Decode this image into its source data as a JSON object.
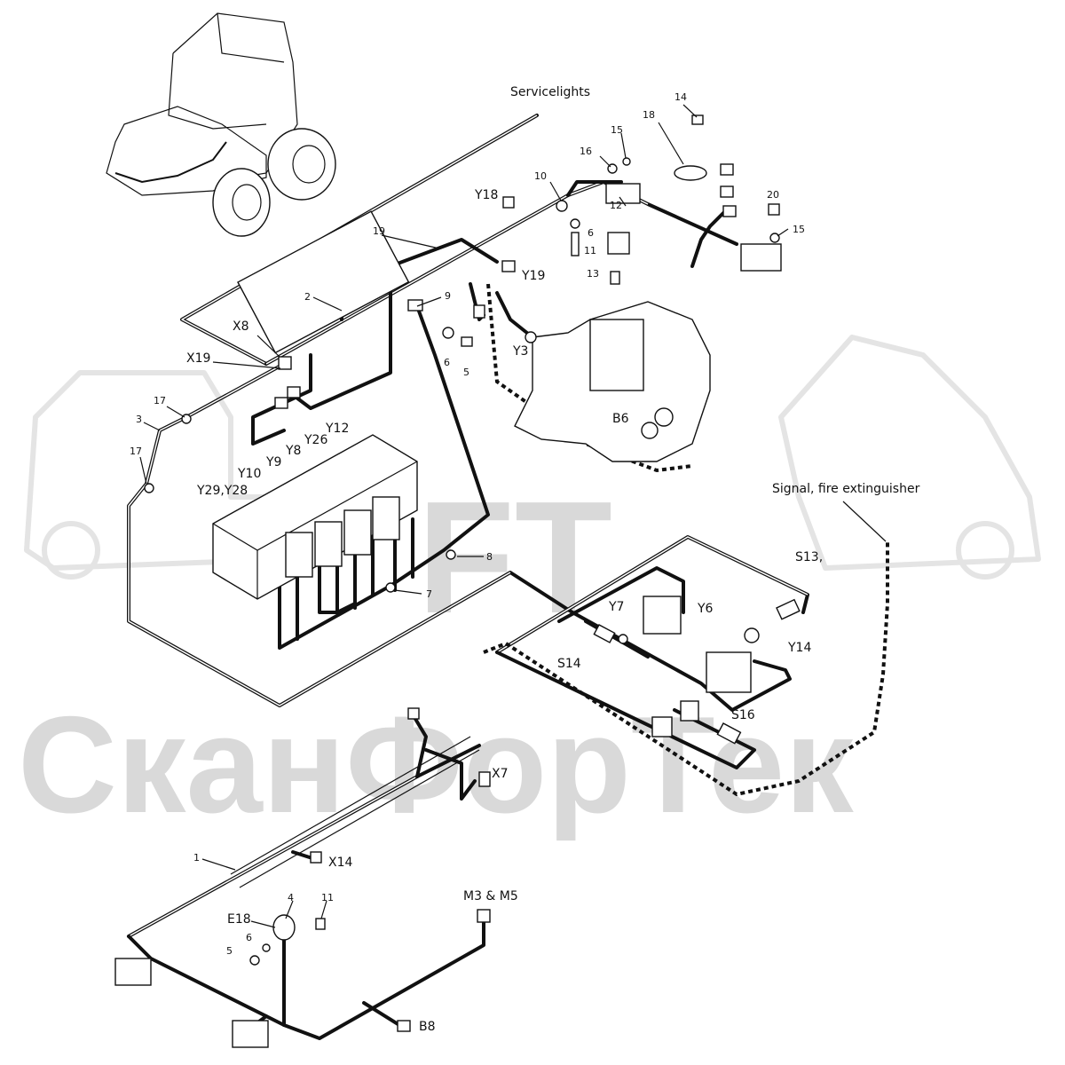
{
  "watermark": {
    "logo_text": "FT",
    "company_text": "СканФорТек"
  },
  "labels": {
    "servicelights": "Servicelights",
    "signal_fire": "Signal, fire extinguisher",
    "x8": "X8",
    "x19": "X19",
    "x7": "X7",
    "x14": "X14",
    "y18": "Y18",
    "y19": "Y19",
    "y3": "Y3",
    "y12": "Y12",
    "y26": "Y26",
    "y8": "Y8",
    "y9": "Y9",
    "y10": "Y10",
    "y29_y28": "Y29,Y28",
    "y7": "Y7",
    "y6": "Y6",
    "y14": "Y14",
    "b6": "B6",
    "b8": "B8",
    "e18": "E18",
    "s13": "S13,",
    "s14": "S14",
    "s16": "S16",
    "m3_m5": "M3 & M5"
  },
  "callouts": {
    "c14": "14",
    "c18": "18",
    "c15a": "15",
    "c16": "16",
    "c10": "10",
    "c12": "12",
    "c6a": "6",
    "c11a": "11",
    "c13": "13",
    "c20": "20",
    "c15b": "15",
    "c19": "19",
    "c2": "2",
    "c9": "9",
    "c6b": "6",
    "c5a": "5",
    "c17a": "17",
    "c3": "3",
    "c17b": "17",
    "c8": "8",
    "c7": "7",
    "c1": "1",
    "c4": "4",
    "c11b": "11",
    "c6c": "6",
    "c5b": "5"
  }
}
